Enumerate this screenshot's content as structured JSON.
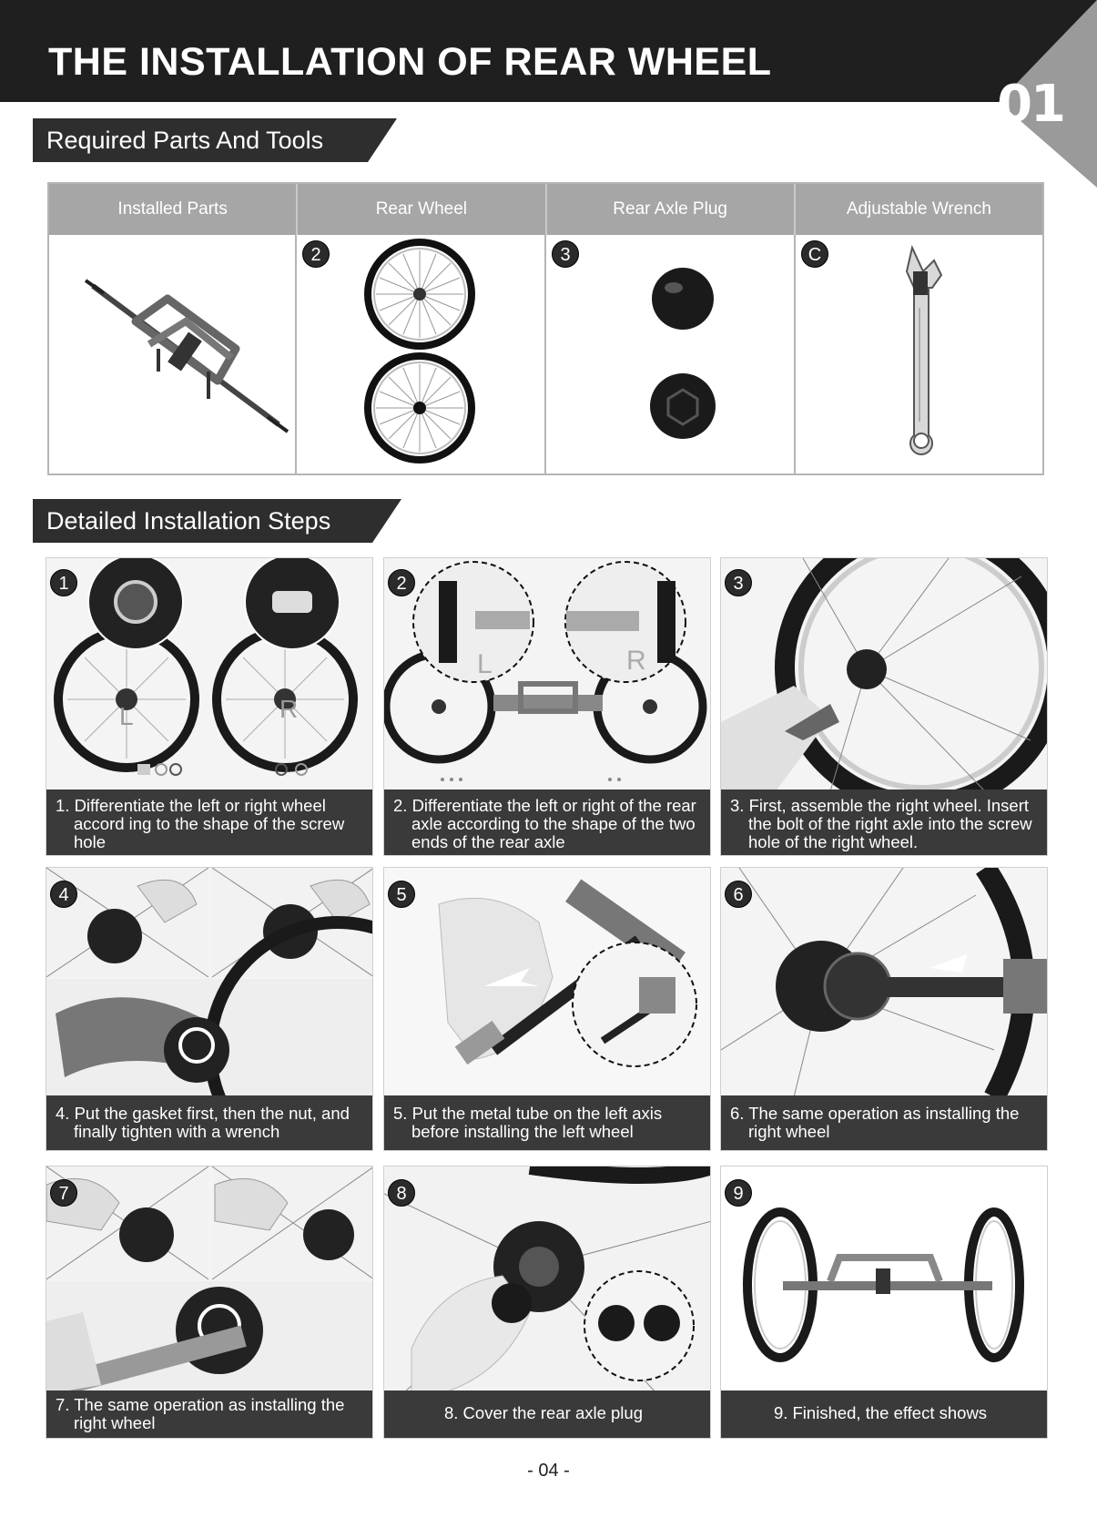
{
  "header": {
    "title": "THE INSTALLATION OF REAR WHEEL",
    "section_number": "01"
  },
  "sections": {
    "required_parts": "Required Parts And Tools",
    "detailed_steps": "Detailed Installation Steps"
  },
  "parts": [
    {
      "label": "Installed Parts",
      "badge": ""
    },
    {
      "label": "Rear Wheel",
      "badge": "2"
    },
    {
      "label": "Rear Axle Plug",
      "badge": "3"
    },
    {
      "label": "Adjustable Wrench",
      "badge": "C"
    }
  ],
  "steps": [
    {
      "badge": "1",
      "caption": "1. Differentiate the left or right wheel accord ing to the shape of the screw hole",
      "labels": [
        "L",
        "R"
      ]
    },
    {
      "badge": "2",
      "caption": "2. Differentiate the left or right of the rear axle according to the shape of the two ends of the rear axle",
      "labels": [
        "L",
        "R"
      ]
    },
    {
      "badge": "3",
      "caption": "3. First, assemble the right wheel. Insert the bolt of the right axle into the screw hole of the right wheel."
    },
    {
      "badge": "4",
      "caption": "4. Put the gasket first, then the nut, and finally tighten with a wrench"
    },
    {
      "badge": "5",
      "caption": "5. Put the metal tube on the left axis before installing the left wheel"
    },
    {
      "badge": "6",
      "caption": "6. The same operation as installing the right wheel"
    },
    {
      "badge": "7",
      "caption": "7. The same operation as installing the right wheel"
    },
    {
      "badge": "8",
      "caption": "8.  Cover the rear axle plug"
    },
    {
      "badge": "9",
      "caption": "9. Finished, the effect shows"
    }
  ],
  "footer": {
    "page": "- 04 -"
  }
}
